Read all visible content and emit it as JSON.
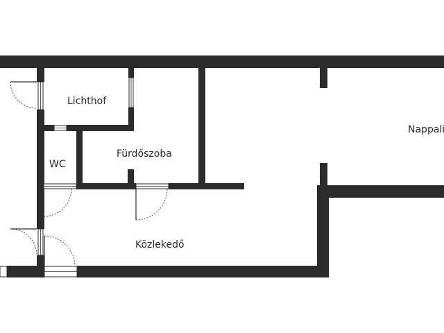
{
  "plan": {
    "rooms": {
      "lichthof": "Lichthof",
      "wc": "WC",
      "furdoszoba": "Fürdőszoba",
      "kozlekedo": "Közlekedő",
      "nappali": "Nappali"
    }
  }
}
